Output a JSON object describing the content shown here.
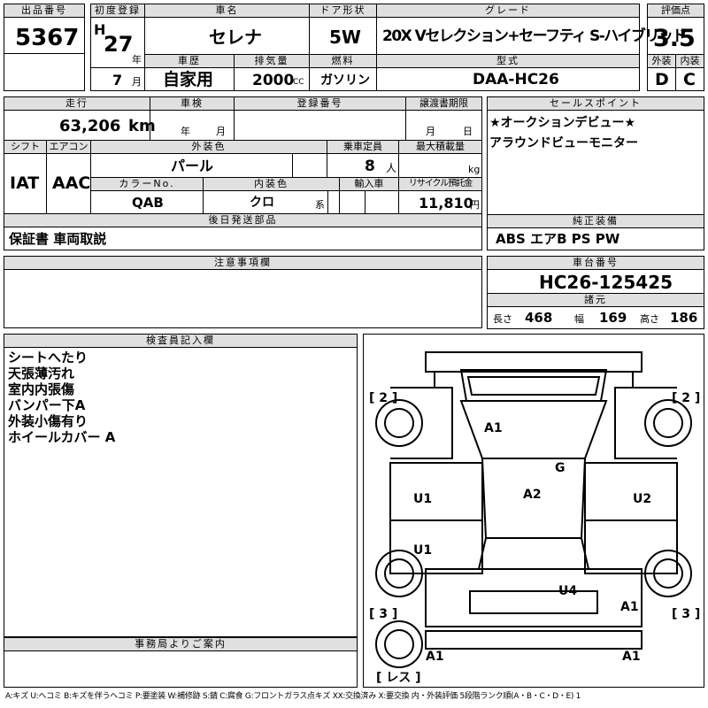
{
  "labels": {
    "lot_no": "出品番号",
    "first_reg": "初度登録",
    "car_name": "車名",
    "doors": "ドア形状",
    "grade": "グレード",
    "score": "評価点",
    "exterior": "外装",
    "interior": "内装",
    "history": "車歴",
    "displacement": "排気量",
    "fuel": "燃料",
    "model": "型式",
    "year_unit": "年",
    "month_unit": "月",
    "mileage": "走行",
    "inspection": "車検",
    "reg_no": "登録番号",
    "transfer": "譲渡書期限",
    "sales_point": "セールスポイント",
    "shift": "シフト",
    "aircon": "エアコン",
    "ext_color": "外装色",
    "capacity": "乗車定員",
    "max_load": "最大積載量",
    "color_no": "カラーNo.",
    "int_color": "内装色",
    "import": "輸入車",
    "recycle": "リサイクル預託金",
    "later_parts": "後日発送部品",
    "genuine": "純正装備",
    "notes": "注意事項欄",
    "chassis": "車台番号",
    "dimensions": "諸元",
    "inspector": "検査員記入欄",
    "office": "事務局よりご案内",
    "km": "km",
    "people": "人",
    "kg": "kg",
    "yen": "円",
    "kei": "系",
    "year_small": "年",
    "month_small": "月",
    "length": "長さ",
    "width": "幅",
    "height": "高さ"
  },
  "values": {
    "lot_no": "5367",
    "era": "H",
    "year": "27",
    "month": "7",
    "car_name": "セレナ",
    "doors": "5W",
    "grade": "20X Vセレクション+セーフティ S-ハイブリッド",
    "score": "3.5",
    "exterior": "D",
    "interior": "C",
    "history": "自家用",
    "displacement": "2000",
    "cc": "CC",
    "fuel": "ガソリン",
    "model": "DAA-HC26",
    "mileage": "63,206",
    "shift": "IAT",
    "aircon": "AAC",
    "ext_color": "パール",
    "capacity": "8",
    "color_no": "QAB",
    "int_color": "クロ",
    "recycle": "11,810",
    "later_parts": "保証書 車両取説",
    "genuine": "ABS エアB PS PW",
    "chassis": "HC26-125425",
    "length": "468",
    "width": "169",
    "height": "186"
  },
  "sales_points": [
    "★オークションデビュー★",
    "アラウンドビューモニター"
  ],
  "inspector_notes": [
    "シートへたり",
    "天張薄汚れ",
    "室内内張傷",
    "バンパー下A",
    "外装小傷有り",
    "ホイールカバー A"
  ],
  "diagram": {
    "wheel_labels": [
      "[ 2 ]",
      "[ 2 ]",
      "[ 3 ]",
      "[ 3 ]",
      "[ レス ]"
    ],
    "marks": [
      "A1",
      "G",
      "A2",
      "U1",
      "U2",
      "U1",
      "U4",
      "A1",
      "A1",
      "A1"
    ]
  },
  "legend": "A:キズ U:ヘコミ B:キズを伴うヘコミ P:要塗装 W:補修跡 S:錆 C:腐食 G:フロントガラス点キズ XX:交換済み X:要交換 内・外装評価 5段階ランク順(A・B・C・D・E) 1"
}
